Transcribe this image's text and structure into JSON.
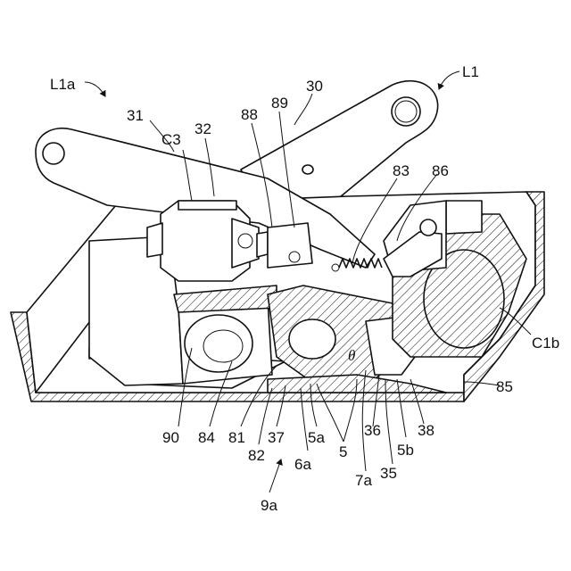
{
  "figure": {
    "labels": {
      "L1a": "L1a",
      "L1": "L1",
      "n30": "30",
      "n31": "31",
      "C3": "C3",
      "n32": "32",
      "n88": "88",
      "n89": "89",
      "n83": "83",
      "n86": "86",
      "C1b": "C1b",
      "n85": "85",
      "n90": "90",
      "n84": "84",
      "n81": "81",
      "n82": "82",
      "n37": "37",
      "n6a": "6a",
      "n5a": "5a",
      "n5": "5",
      "n36": "36",
      "n7a": "7a",
      "n35": "35",
      "n5b": "5b",
      "n38": "38",
      "n9a": "9a",
      "theta": "θ"
    }
  }
}
